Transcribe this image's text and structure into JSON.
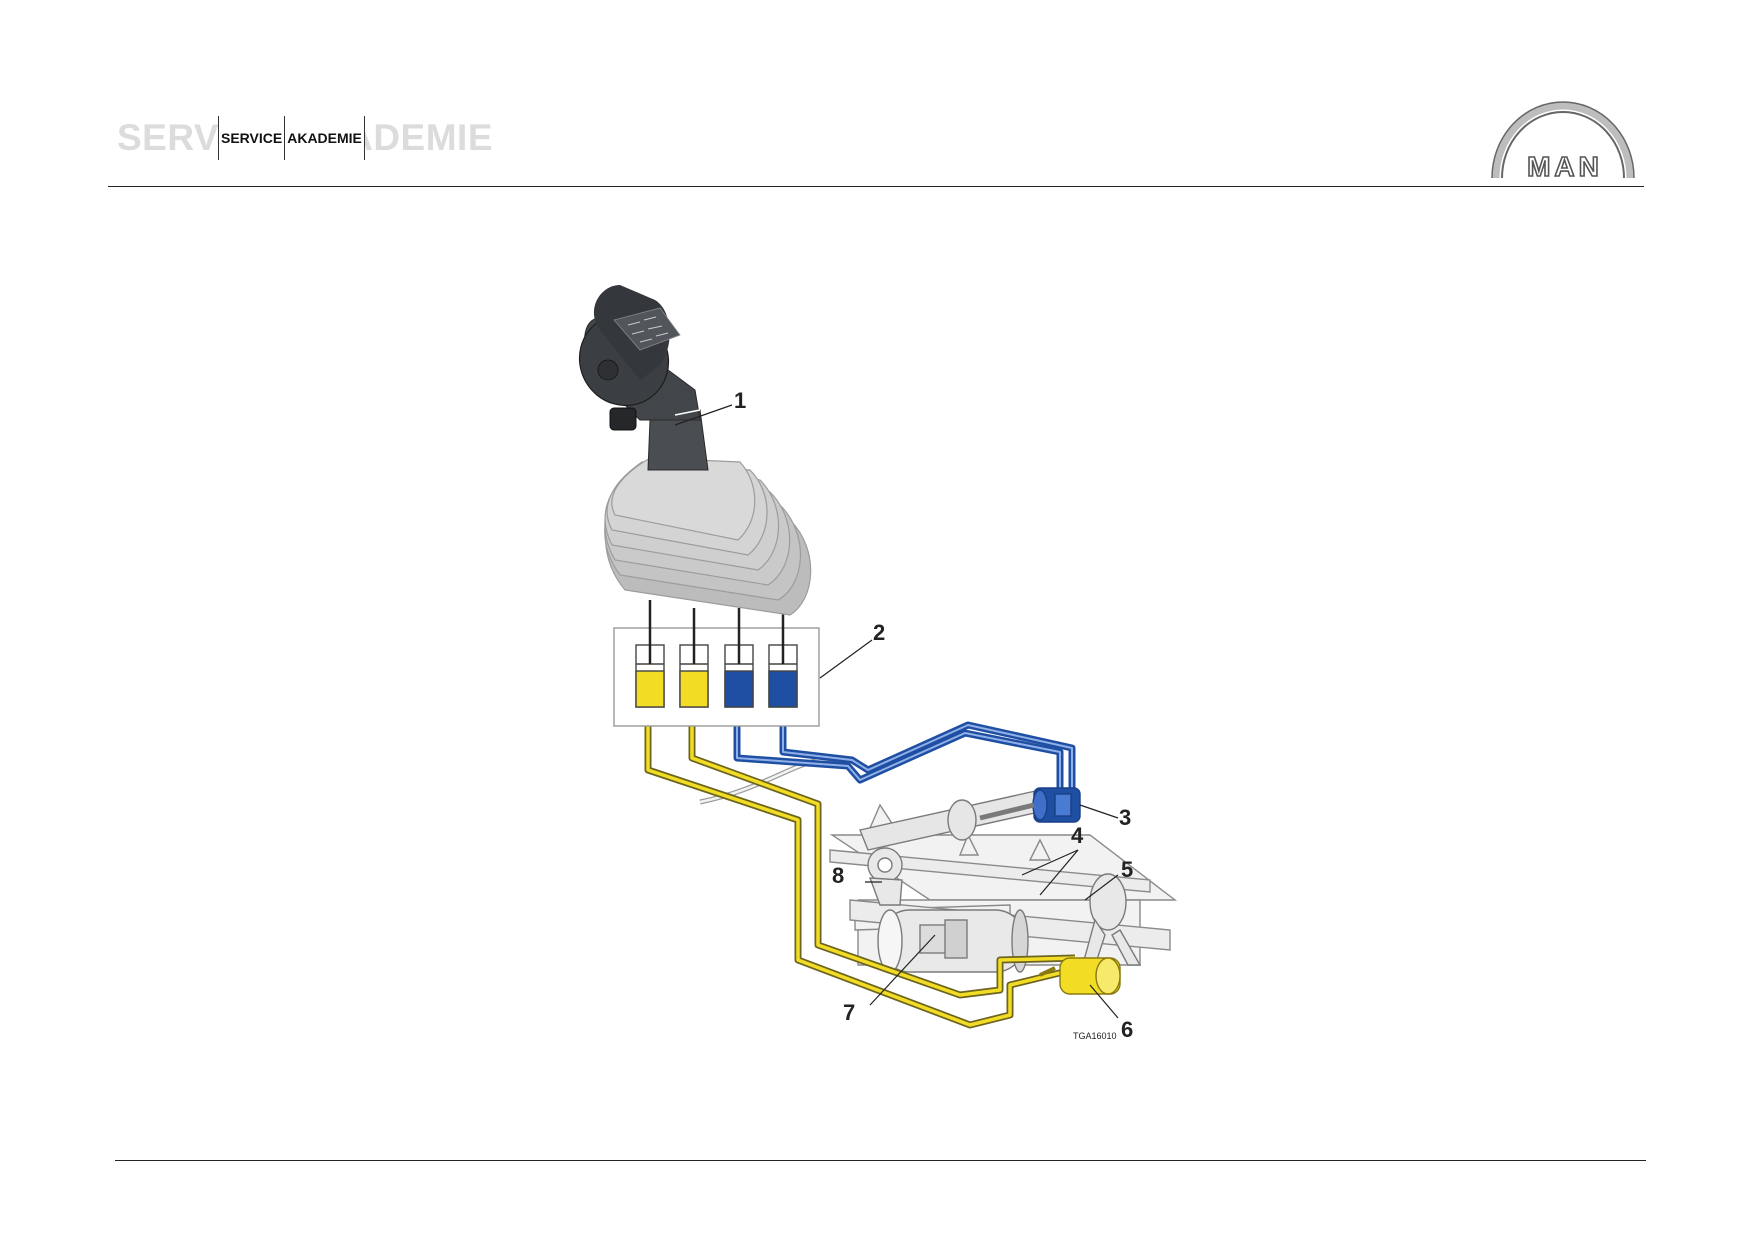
{
  "header": {
    "watermark": "SERVICE AKADEMIE",
    "box_word_1": "SERVICE",
    "box_word_2": "AKADEMIE"
  },
  "logo": {
    "brand": "MAN"
  },
  "diagram": {
    "callouts": [
      "1",
      "2",
      "3",
      "4",
      "5",
      "6",
      "7",
      "8"
    ],
    "figure_code": "TGA16010"
  },
  "colors": {
    "yellow_line": "#f2dd24",
    "blue_line": "#1f4fa3",
    "boot_grey": "#c8c8c8",
    "knob_dark": "#3b3e42"
  }
}
